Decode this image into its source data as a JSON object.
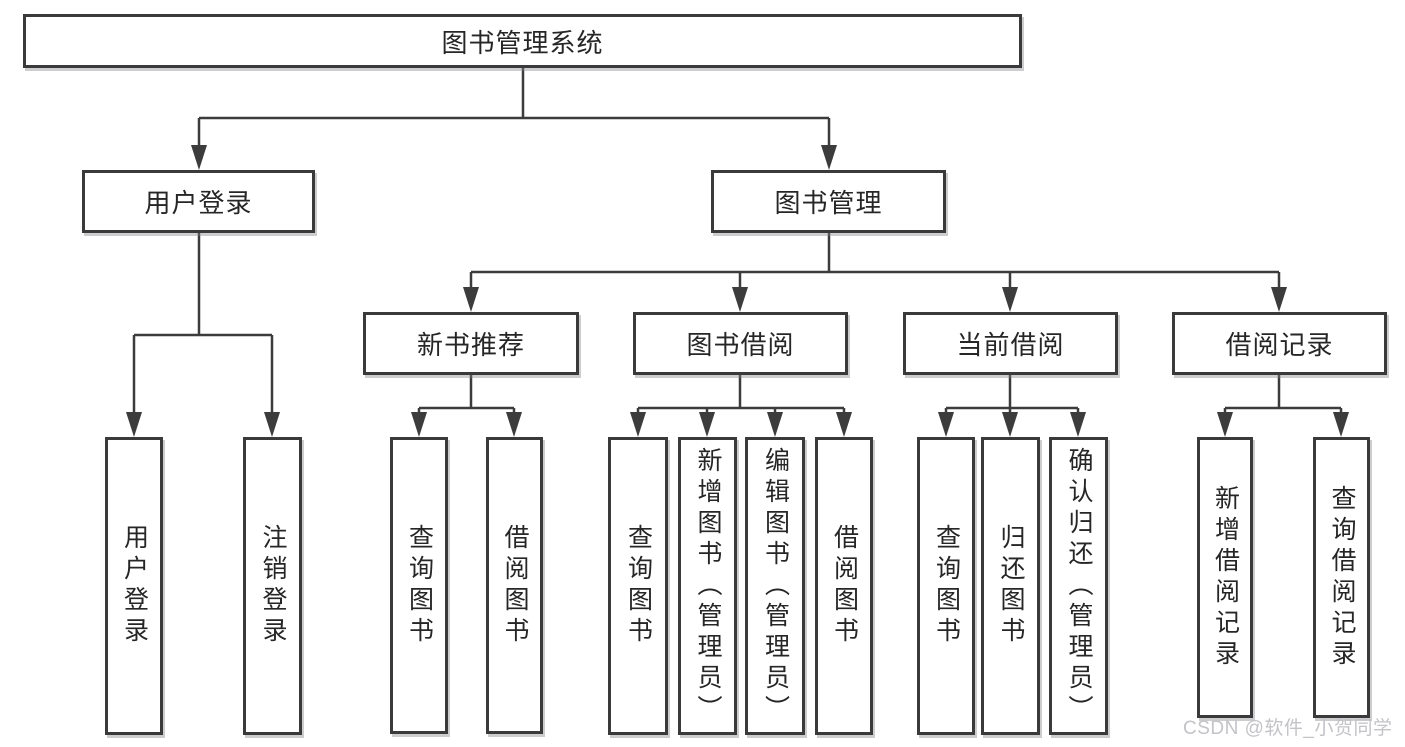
{
  "diagram": {
    "root": {
      "label": "图书管理系统"
    },
    "branches": {
      "user_login": {
        "label": "用户登录",
        "children": [
          {
            "label": "用户登录"
          },
          {
            "label": "注销登录"
          }
        ]
      },
      "book_management": {
        "label": "图书管理",
        "children": [
          {
            "label": "新书推荐",
            "children": [
              {
                "label": "查询图书"
              },
              {
                "label": "借阅图书"
              }
            ]
          },
          {
            "label": "图书借阅",
            "children": [
              {
                "label": "查询图书"
              },
              {
                "label": "新增图书（管理员）"
              },
              {
                "label": "编辑图书（管理员）"
              },
              {
                "label": "借阅图书"
              }
            ]
          },
          {
            "label": "当前借阅",
            "children": [
              {
                "label": "查询图书"
              },
              {
                "label": "归还图书"
              },
              {
                "label": "确认归还（管理员）"
              }
            ]
          },
          {
            "label": "借阅记录",
            "children": [
              {
                "label": "新增借阅记录"
              },
              {
                "label": "查询借阅记录"
              }
            ]
          }
        ]
      }
    },
    "watermark": "CSDN @软件_小贺同学",
    "colors": {
      "line": "#3c3c3c",
      "box_border": "#3a3a3a",
      "text": "#262626",
      "watermark": "#c3c3c8",
      "background": "#ffffff"
    }
  }
}
